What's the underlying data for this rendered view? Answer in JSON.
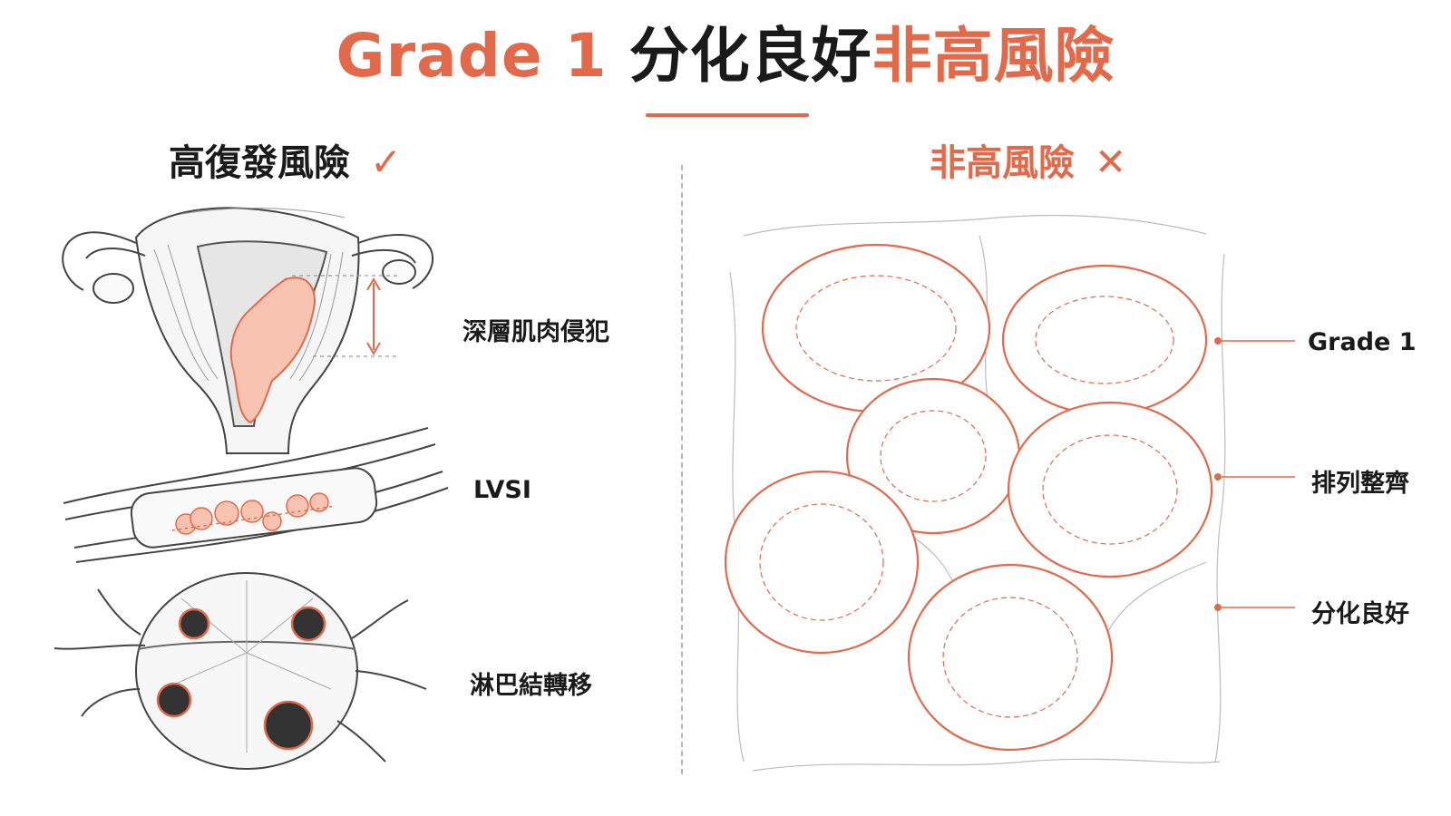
{
  "colors": {
    "accent": "#e2694a",
    "dark": "#1a1a1a"
  },
  "title": {
    "part1": "Grade 1",
    "part2": "分化良好",
    "part3": "非高風險"
  },
  "left_column": {
    "heading": "高復發風險",
    "mark": "✓",
    "labels": {
      "deep_invasion": "深層肌肉侵犯",
      "lvsi": "LVSI",
      "lymph_node": "淋巴結轉移"
    }
  },
  "right_column": {
    "heading": "非高風險",
    "mark": "✕",
    "labels": {
      "grade": "Grade 1",
      "arrangement": "排列整齊",
      "differentiation": "分化良好"
    }
  }
}
